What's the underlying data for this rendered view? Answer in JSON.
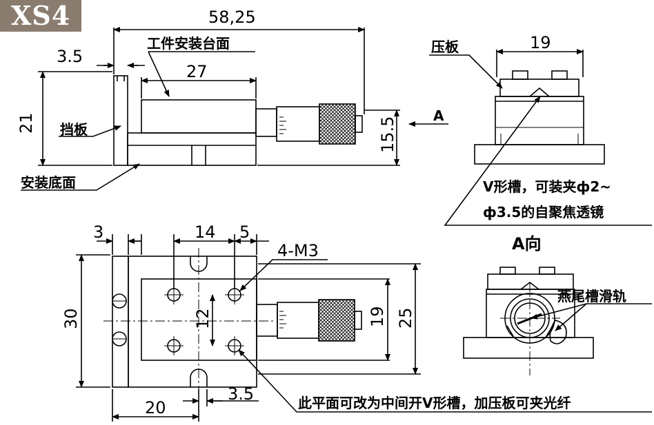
{
  "badge": "XS4",
  "dims": {
    "overall_length": "58,25",
    "plate_thickness": "3.5",
    "top_width": "27",
    "height": "21",
    "side_height": "15.5",
    "clamp_width": "19",
    "plan_left_offset": "3",
    "hole_spacing": "14",
    "hole_edge": "5",
    "hole_pitch_y": "12",
    "inner_width": "19",
    "outer_width": "25",
    "total_width": "30",
    "slot_offset": "20",
    "slot_width": "3.5"
  },
  "labels": {
    "work_surface": "工件安装台面",
    "stop_plate": "挡板",
    "mount_surface": "安装底面",
    "clamp_plate": "压板",
    "view_arrow": "A",
    "v_groove_line1": "V形槽，可装夹ф2~",
    "v_groove_line2": "ф3.5的自聚焦透镜",
    "view_a_title": "A向",
    "dovetail": "燕尾槽滑轨",
    "threads": "4-M3",
    "plane_note": "此平面可改为中间开V形槽，加压板可夹光纤"
  },
  "colors": {
    "badge_bg": "#8a7d70",
    "ink": "#000000"
  }
}
